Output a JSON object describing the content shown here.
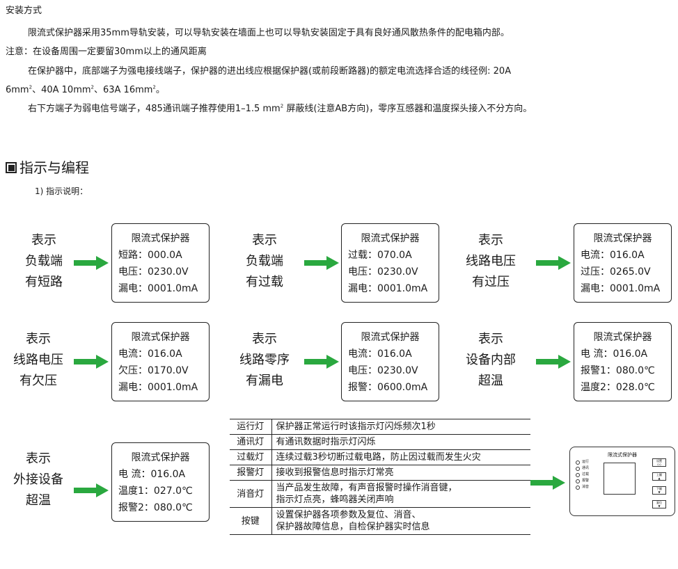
{
  "install": {
    "heading": "安装方式",
    "p1": "限流式保护器采用35mm导轨安装，可以导轨安装在墙面上也可以导轨安装固定于具有良好通风散热条件的配电箱内部。",
    "note": "注意：在设备周围一定要留30mm以上的通风距离",
    "p2a": "在保护器中，底部端子为强电接线端子，保护器的进出线应根据保护器(或前段断路器)的额定电流选择合适的线径例: 20A",
    "p2b_pre": "6mm",
    "p2b_mid1": "、40A  10mm",
    "p2b_mid2": "、63A 16mm",
    "p2b_end": "。",
    "sup": "2",
    "p3_pre": "右下方端子为弱电信号端子，485通讯端子推荐使用1–1.5 mm",
    "p3_post": " 屏蔽线(注意AB方向)，零序互感器和温度探头接入不分方向。"
  },
  "section": {
    "title": "指示与编程",
    "sub": "1) 指示说明："
  },
  "cases": [
    {
      "label": [
        "表示",
        "负载端",
        "有短路"
      ],
      "lcd_title": "限流式保护器",
      "lines": [
        "短路：000.0A",
        "电压：0230.0V",
        "漏电：0001.0mA"
      ]
    },
    {
      "label": [
        "表示",
        "负载端",
        "有过载"
      ],
      "lcd_title": "限流式保护器",
      "lines": [
        "过载：070.0A",
        "电压：0230.0V",
        "漏电：0001.0mA"
      ]
    },
    {
      "label": [
        "表示",
        "线路电压",
        "有过压"
      ],
      "lcd_title": "限流式保护器",
      "lines": [
        "电流：016.0A",
        "过压：0265.0V",
        "漏电：0001.0mA"
      ]
    },
    {
      "label": [
        "表示",
        "线路电压",
        "有欠压"
      ],
      "lcd_title": "限流式保护器",
      "lines": [
        "电流：016.0A",
        "欠压：0170.0V",
        "漏电：0001.0mA"
      ]
    },
    {
      "label": [
        "表示",
        "线路零序",
        "有漏电"
      ],
      "lcd_title": "限流式保护器",
      "lines": [
        "电流：016.0A",
        "电压：0230.0V",
        "报警：0600.0mA"
      ]
    },
    {
      "label": [
        "表示",
        "设备内部",
        "超温"
      ],
      "lcd_title": "限流式保护器",
      "lines": [
        "电  流：016.0A",
        "报警1：080.0℃",
        "温度2：028.0℃"
      ]
    },
    {
      "label": [
        "表示",
        "外接设备",
        "超温"
      ],
      "lcd_title": "限流式保护器",
      "lines": [
        "电  流：016.0A",
        "温度1：027.0℃",
        "报警2：080.0℃"
      ]
    }
  ],
  "indicators": [
    {
      "key": "运行灯",
      "desc": [
        "保护器正常运行时该指示灯闪烁频次1秒"
      ]
    },
    {
      "key": "通讯灯",
      "desc": [
        "有通讯数据时指示灯闪烁"
      ]
    },
    {
      "key": "过载灯",
      "desc": [
        "连续过载3秒切断过载电路，防止因过载而发生火灾"
      ]
    },
    {
      "key": "报警灯",
      "desc": [
        "接收到报警信息时指示灯常亮"
      ]
    },
    {
      "key": "消音灯",
      "desc": [
        "当产品发生故障，有声音报警时操作消音键，",
        "指示灯点亮，蜂鸣器关闭声响"
      ]
    },
    {
      "key": "按键",
      "desc": [
        "设置保护器各项参数及复位、消音、",
        "保护器故障信息，自检保护器实时信息"
      ]
    }
  ],
  "device": {
    "title": "限流式保护器",
    "leds": [
      "运行",
      "通讯",
      "过载",
      "报警",
      "消音"
    ],
    "buttons": [
      "设置",
      "上翻",
      "下翻",
      "复位"
    ]
  },
  "colors": {
    "arrow": "#2aa83f",
    "text": "#1a1a1a",
    "border": "#222222"
  }
}
